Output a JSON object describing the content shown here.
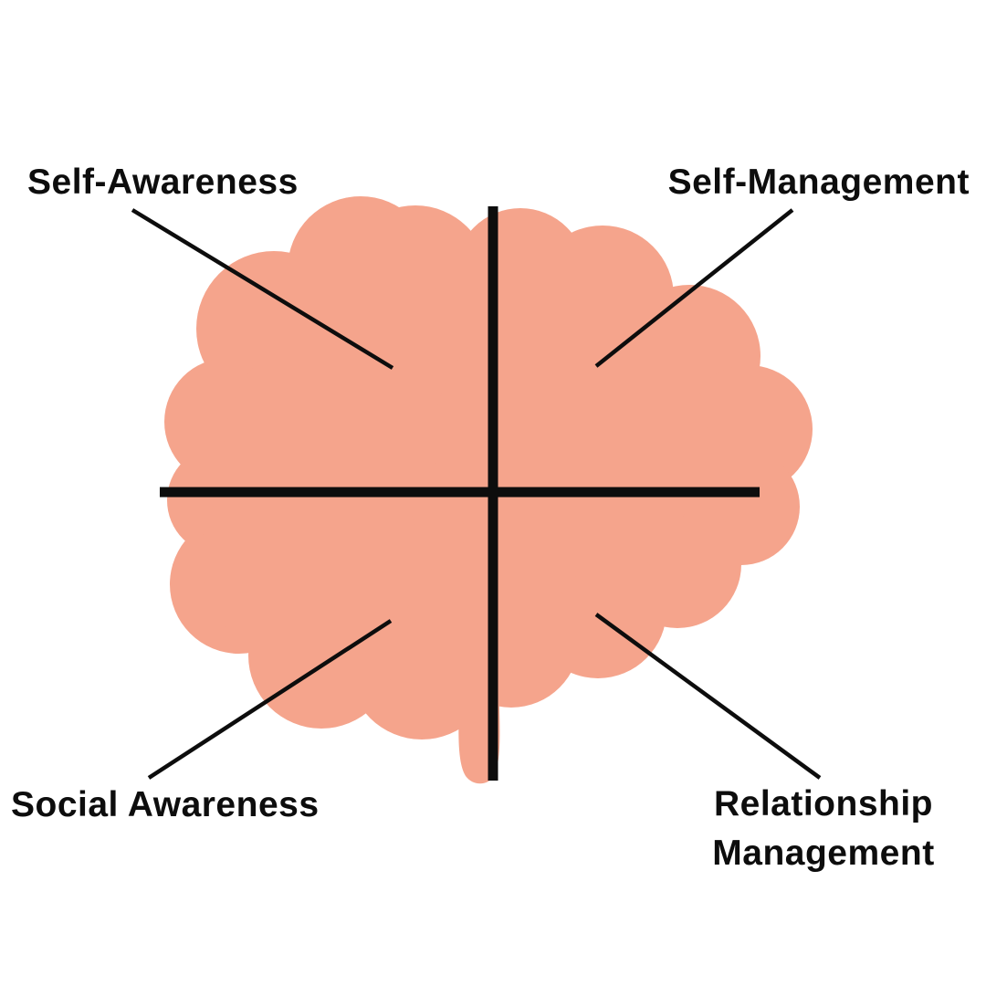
{
  "diagram": {
    "labels": {
      "top_left": "Self-Awareness",
      "top_right": "Self-Management",
      "bottom_left": "Social Awareness",
      "bottom_right": "Relationship Management"
    },
    "colors": {
      "background": "#ffffff",
      "brain_base": "#F5A48C",
      "brain_folds": "#E4694A",
      "brain_highlight": "#EACDB1",
      "line": "#0d0d0d",
      "text": "#0d0d0d"
    }
  }
}
